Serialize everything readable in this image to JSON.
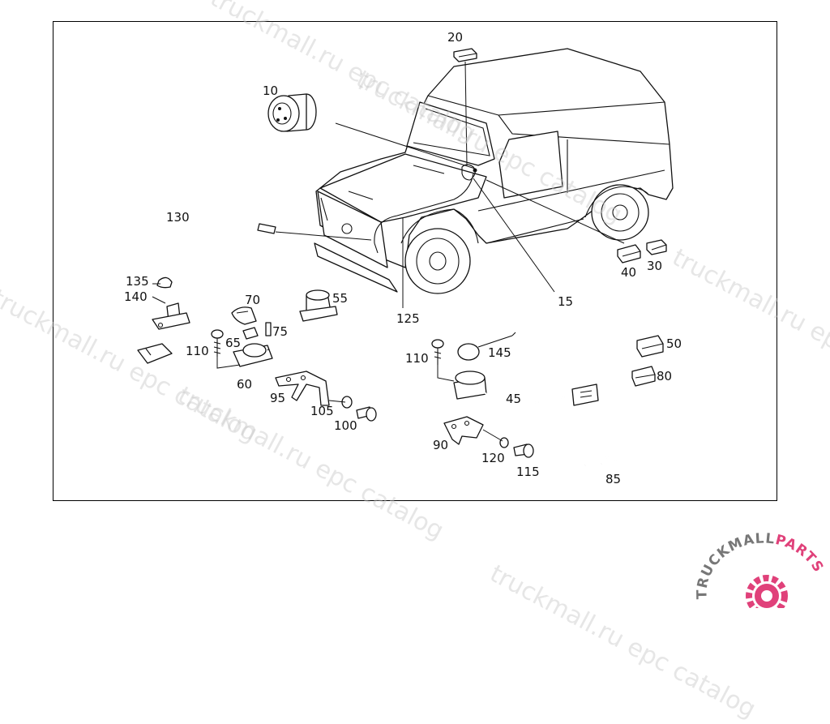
{
  "watermark": "truckmall.ru epc catalog",
  "brand": {
    "name_part1": "TRUCKMALL",
    "name_part2": "PARTS",
    "color_dark": "#777777",
    "color_accent": "#e0417a"
  },
  "callouts": {
    "c10": "10",
    "c15": "15",
    "c20": "20",
    "c30": "30",
    "c40": "40",
    "c45": "45",
    "c50": "50",
    "c55": "55",
    "c60": "60",
    "c65": "65",
    "c70": "70",
    "c75": "75",
    "c80": "80",
    "c85": "85",
    "c90": "90",
    "c95": "95",
    "c100": "100",
    "c105": "105",
    "c110a": "110",
    "c110b": "110",
    "c115": "115",
    "c120": "120",
    "c125": "125",
    "c130": "130",
    "c135": "135",
    "c140": "140",
    "c145": "145"
  }
}
